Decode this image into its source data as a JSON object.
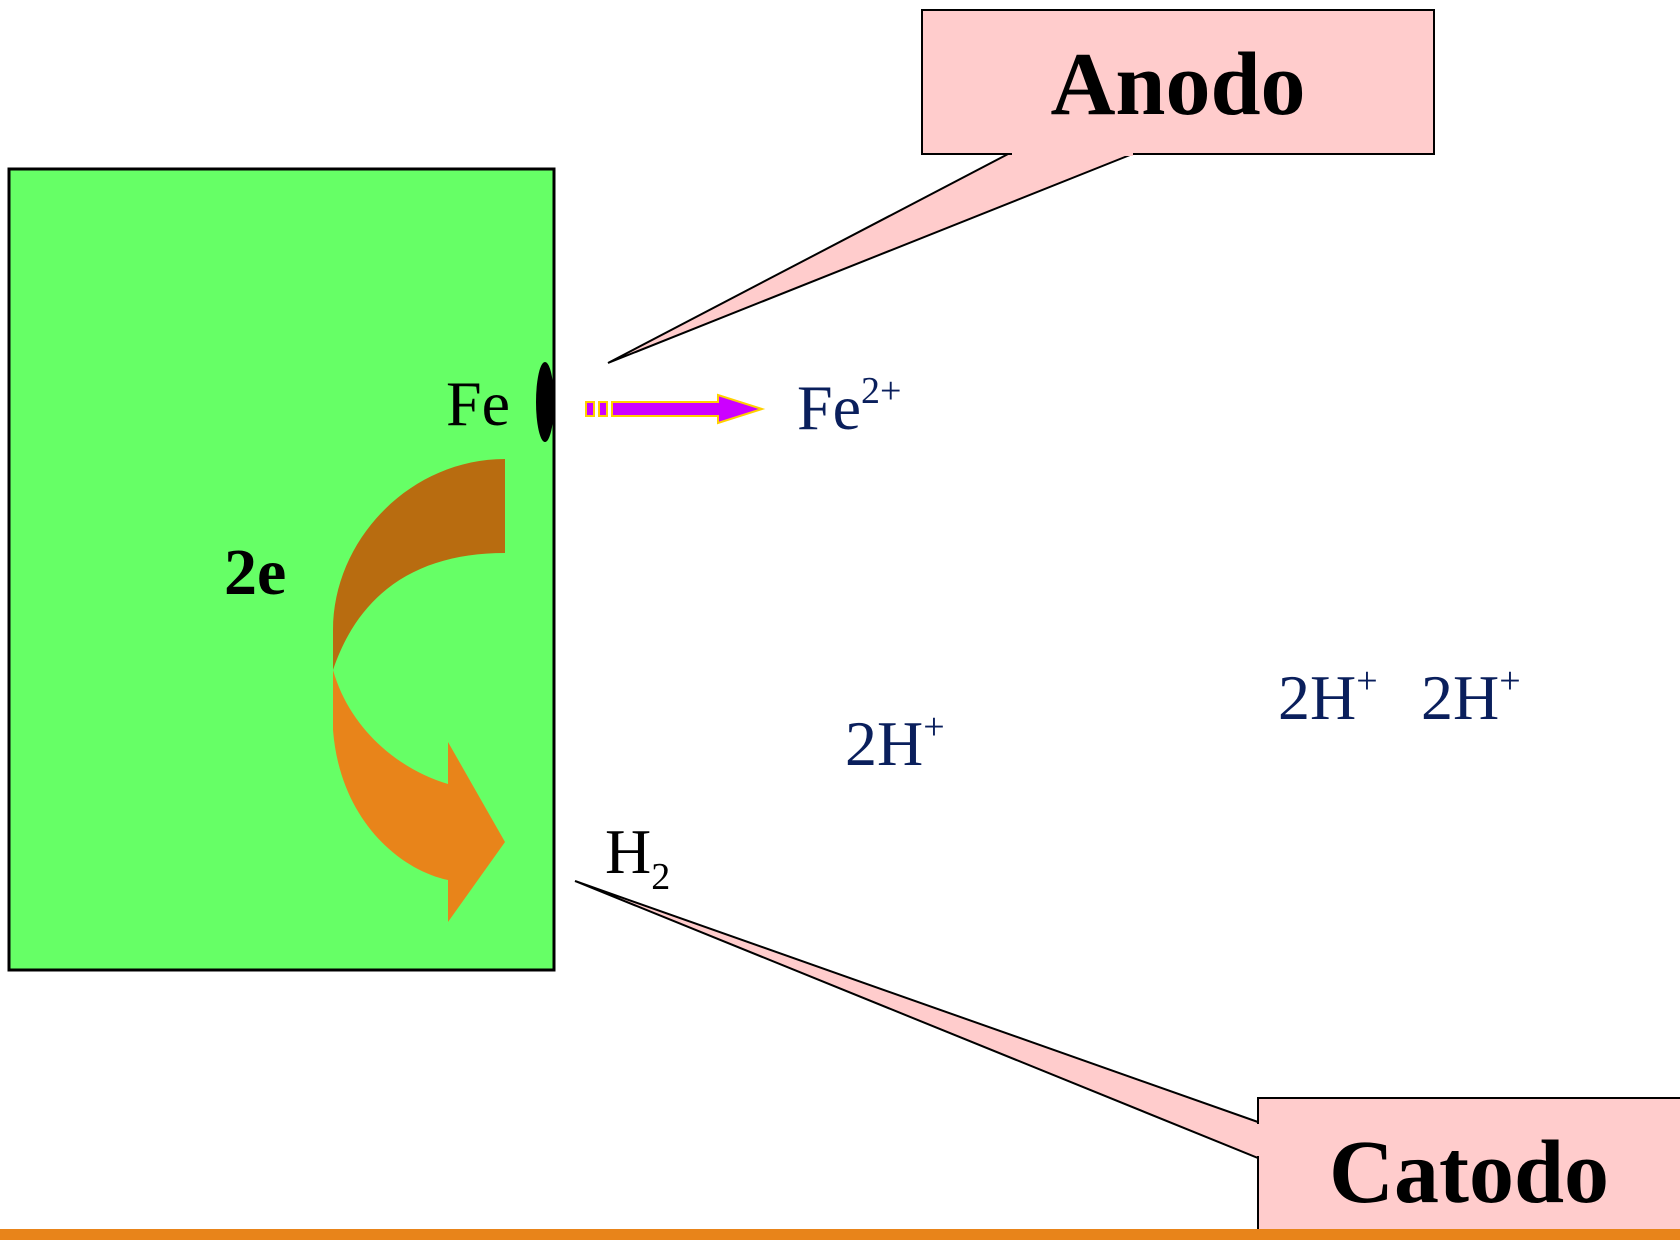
{
  "labels": {
    "fe_metal": "Fe",
    "fe_ion_base": "Fe",
    "fe_ion_charge": "2+",
    "electrons": "2e",
    "h2_base": "H",
    "h2_subscript": "2",
    "proton_a_base": "2H",
    "proton_a_charge": "+",
    "proton_b_base": "2H",
    "proton_b_charge": "+",
    "proton_c_base": "2H",
    "proton_c_charge": "+"
  },
  "callouts": {
    "anode": "Anodo",
    "cathode": "Catodo"
  },
  "colors": {
    "metal_plate": "#66ff66",
    "callout_fill": "#ffcccc",
    "electron_arrow_dark": "#b86c10",
    "electron_arrow_light": "#e8841a",
    "reaction_arrow": "#cc00ff",
    "ion_text": "#0a1f5c",
    "bottom_bar": "#e8841a"
  },
  "icons": {
    "anode_site": "black-oval-icon",
    "reaction_arrow": "right-arrow-icon",
    "electron_flow": "curved-arrow-icon"
  }
}
